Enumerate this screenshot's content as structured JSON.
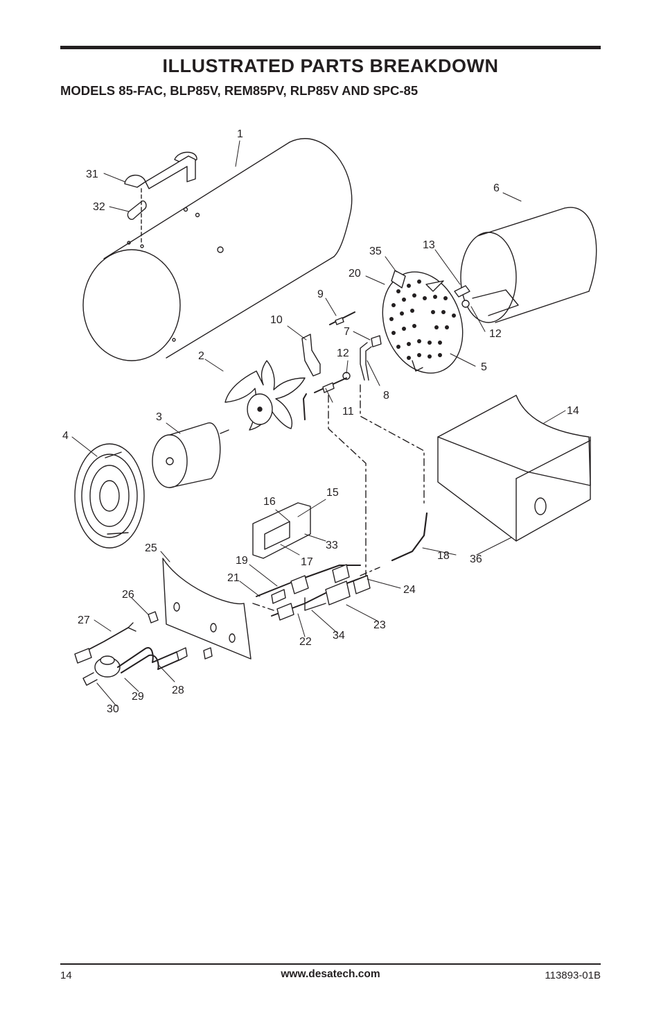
{
  "header": {
    "title": "ILLUSTRATED PARTS BREAKDOWN",
    "subtitle": "MODELS 85-FAC, BLP85V, REM85PV, RLP85V AND SPC-85"
  },
  "diagram": {
    "callouts": [
      "1",
      "2",
      "3",
      "4",
      "5",
      "6",
      "7",
      "8",
      "9",
      "10",
      "11",
      "12",
      "12",
      "13",
      "14",
      "15",
      "16",
      "17",
      "18",
      "19",
      "20",
      "21",
      "22",
      "23",
      "24",
      "25",
      "26",
      "27",
      "28",
      "29",
      "30",
      "31",
      "32",
      "33",
      "34",
      "35",
      "36"
    ]
  },
  "footer": {
    "page_number": "14",
    "website": "www.desatech.com",
    "doc_number": "113893-01B"
  }
}
